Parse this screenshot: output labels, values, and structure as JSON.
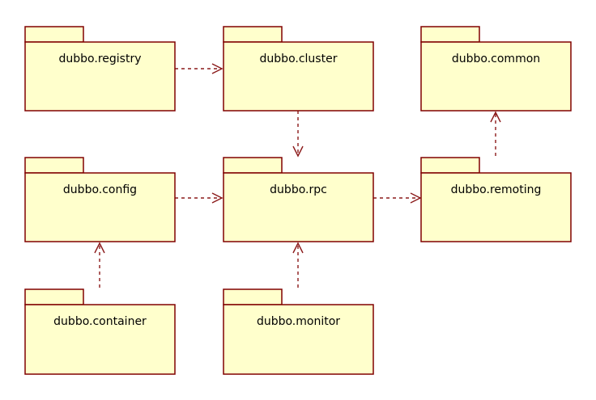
{
  "diagram": {
    "packages": [
      {
        "id": "registry",
        "label": "dubbo.registry"
      },
      {
        "id": "cluster",
        "label": "dubbo.cluster"
      },
      {
        "id": "common",
        "label": "dubbo.common"
      },
      {
        "id": "config",
        "label": "dubbo.config"
      },
      {
        "id": "rpc",
        "label": "dubbo.rpc"
      },
      {
        "id": "remoting",
        "label": "dubbo.remoting"
      },
      {
        "id": "container",
        "label": "dubbo.container"
      },
      {
        "id": "monitor",
        "label": "dubbo.monitor"
      }
    ],
    "dependencies": [
      {
        "from": "registry",
        "to": "cluster"
      },
      {
        "from": "cluster",
        "to": "rpc"
      },
      {
        "from": "config",
        "to": "rpc"
      },
      {
        "from": "rpc",
        "to": "remoting"
      },
      {
        "from": "remoting",
        "to": "common"
      },
      {
        "from": "container",
        "to": "config"
      },
      {
        "from": "monitor",
        "to": "rpc"
      }
    ],
    "colors": {
      "package_fill": "#ffffcc",
      "package_border": "#800000",
      "dependency_line": "#8b1a1a"
    }
  }
}
